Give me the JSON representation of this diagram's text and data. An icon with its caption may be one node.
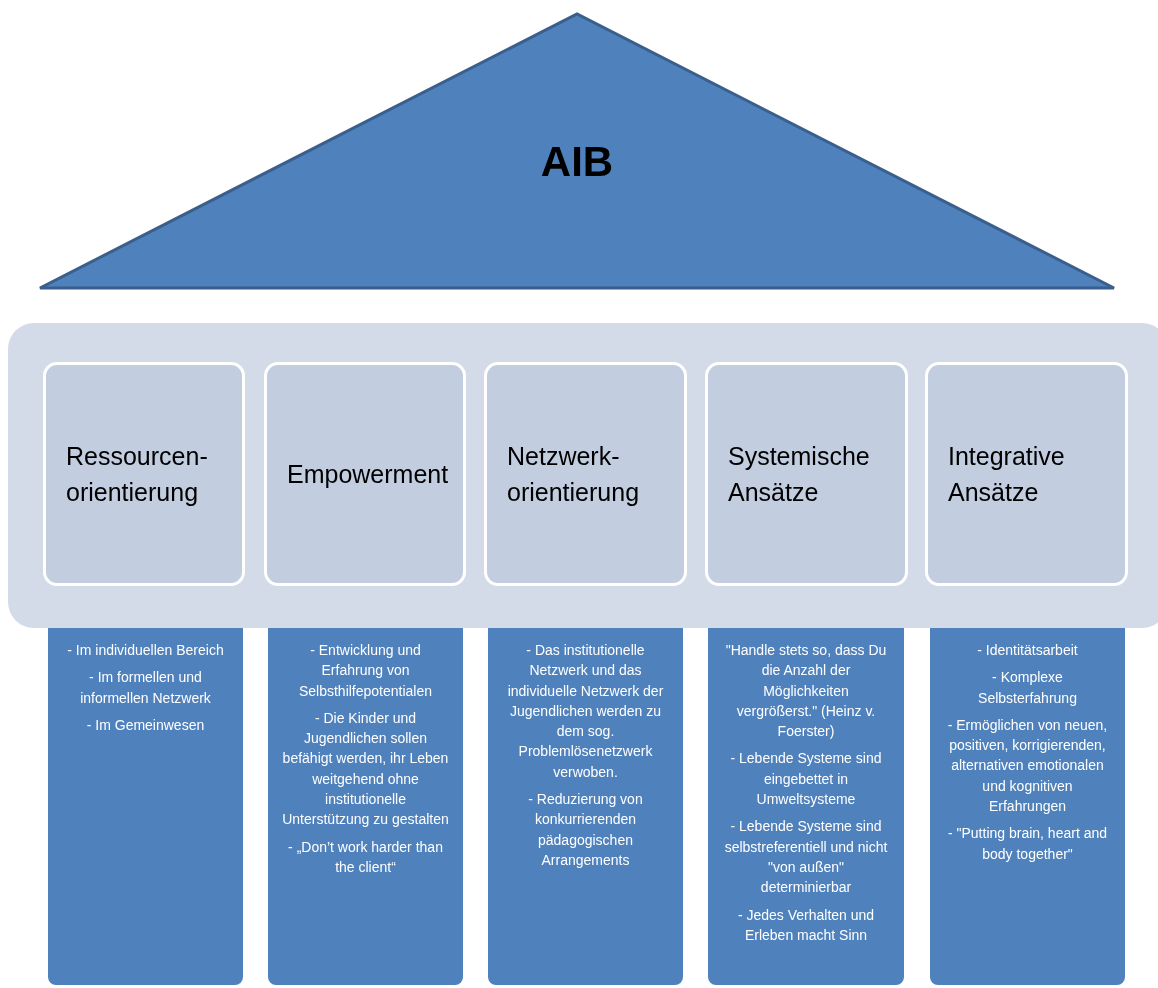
{
  "diagram": {
    "nodes": [
      {
        "text": [
          "AIB"
        ]
      },
      {
        "text": [],
        "shape": "box"
      },
      {
        "text": [
          "Ressourcen- orientierung"
        ],
        "in": 1
      },
      {
        "text": [
          "Empowerment"
        ],
        "in": 1
      },
      {
        "text": [
          "Netzwerk- orientierung"
        ],
        "in": 1
      },
      {
        "text": [
          "Systemische Ansätze"
        ],
        "in": 1
      },
      {
        "text": [
          "Integrative Ansätze"
        ],
        "in": 1
      },
      {
        "text": [
          "- Im individuellen Bereich",
          "- Im formellen und informellen Netzwerk",
          "- Im Gemeinwesen"
        ]
      },
      {
        "text": [
          "- Entwicklung und Erfahrung von Selbsthilfepotentialen",
          "- Die Kinder und Jugendlichen sollen befähigt werden, ihr Leben weitgehend ohne institutionelle Unterstützung zu gestalten",
          "- „Don’t work harder than the client“"
        ]
      },
      {
        "text": [
          "- Das institutionelle Netzwerk und das individuelle Netzwerk der Jugendlichen werden zu dem sog. Problemlösenetzwerk verwoben.",
          "- Reduzierung von konkurrierenden pädagogischen Arrangements"
        ]
      },
      {
        "text": [
          "\"Handle stets so, dass Du die Anzahl der Möglichkeiten vergrößerst.\" (Heinz v. Foerster)",
          "- Lebende Systeme sind eingebettet in Umweltsysteme",
          "- Lebende Systeme sind selbstreferentiell und nicht \"von außen\" determinierbar",
          "- Jedes Verhalten und Erleben macht Sinn"
        ]
      },
      {
        "text": [
          "- Identitätsarbeit",
          "- Komplexe Selbsterfahrung",
          "- Ermöglichen von neuen, positiven, korrigierenden, alternativen emotionalen und kognitiven Erfahrungen",
          "- \"Putting brain, heart and body together\""
        ]
      }
    ]
  }
}
